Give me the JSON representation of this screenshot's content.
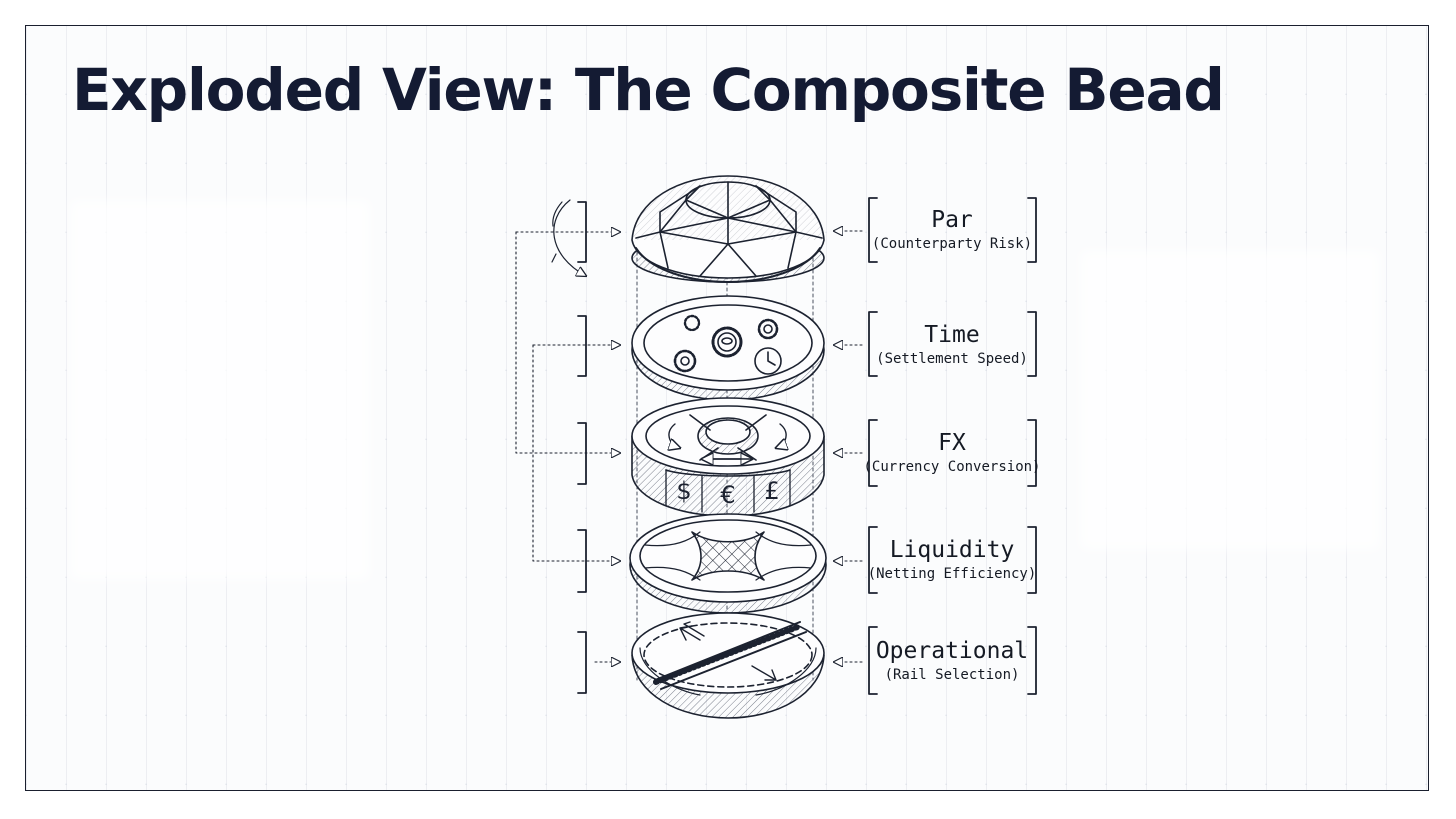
{
  "title": "Exploded View: The Composite Bead",
  "layers": [
    {
      "name": "Par",
      "detail": "(Counterparty Risk)"
    },
    {
      "name": "Time",
      "detail": "(Settlement Speed)"
    },
    {
      "name": "FX",
      "detail": "(Currency Conversion)"
    },
    {
      "name": "Liquidity",
      "detail": "(Netting Efficiency)"
    },
    {
      "name": "Operational",
      "detail": "(Rail Selection)"
    }
  ],
  "currency_symbols": [
    "$",
    "€",
    "£"
  ],
  "colors": {
    "ink": "#141b33",
    "grid": "#c8cfdb",
    "paper": "#fbfcfd"
  }
}
